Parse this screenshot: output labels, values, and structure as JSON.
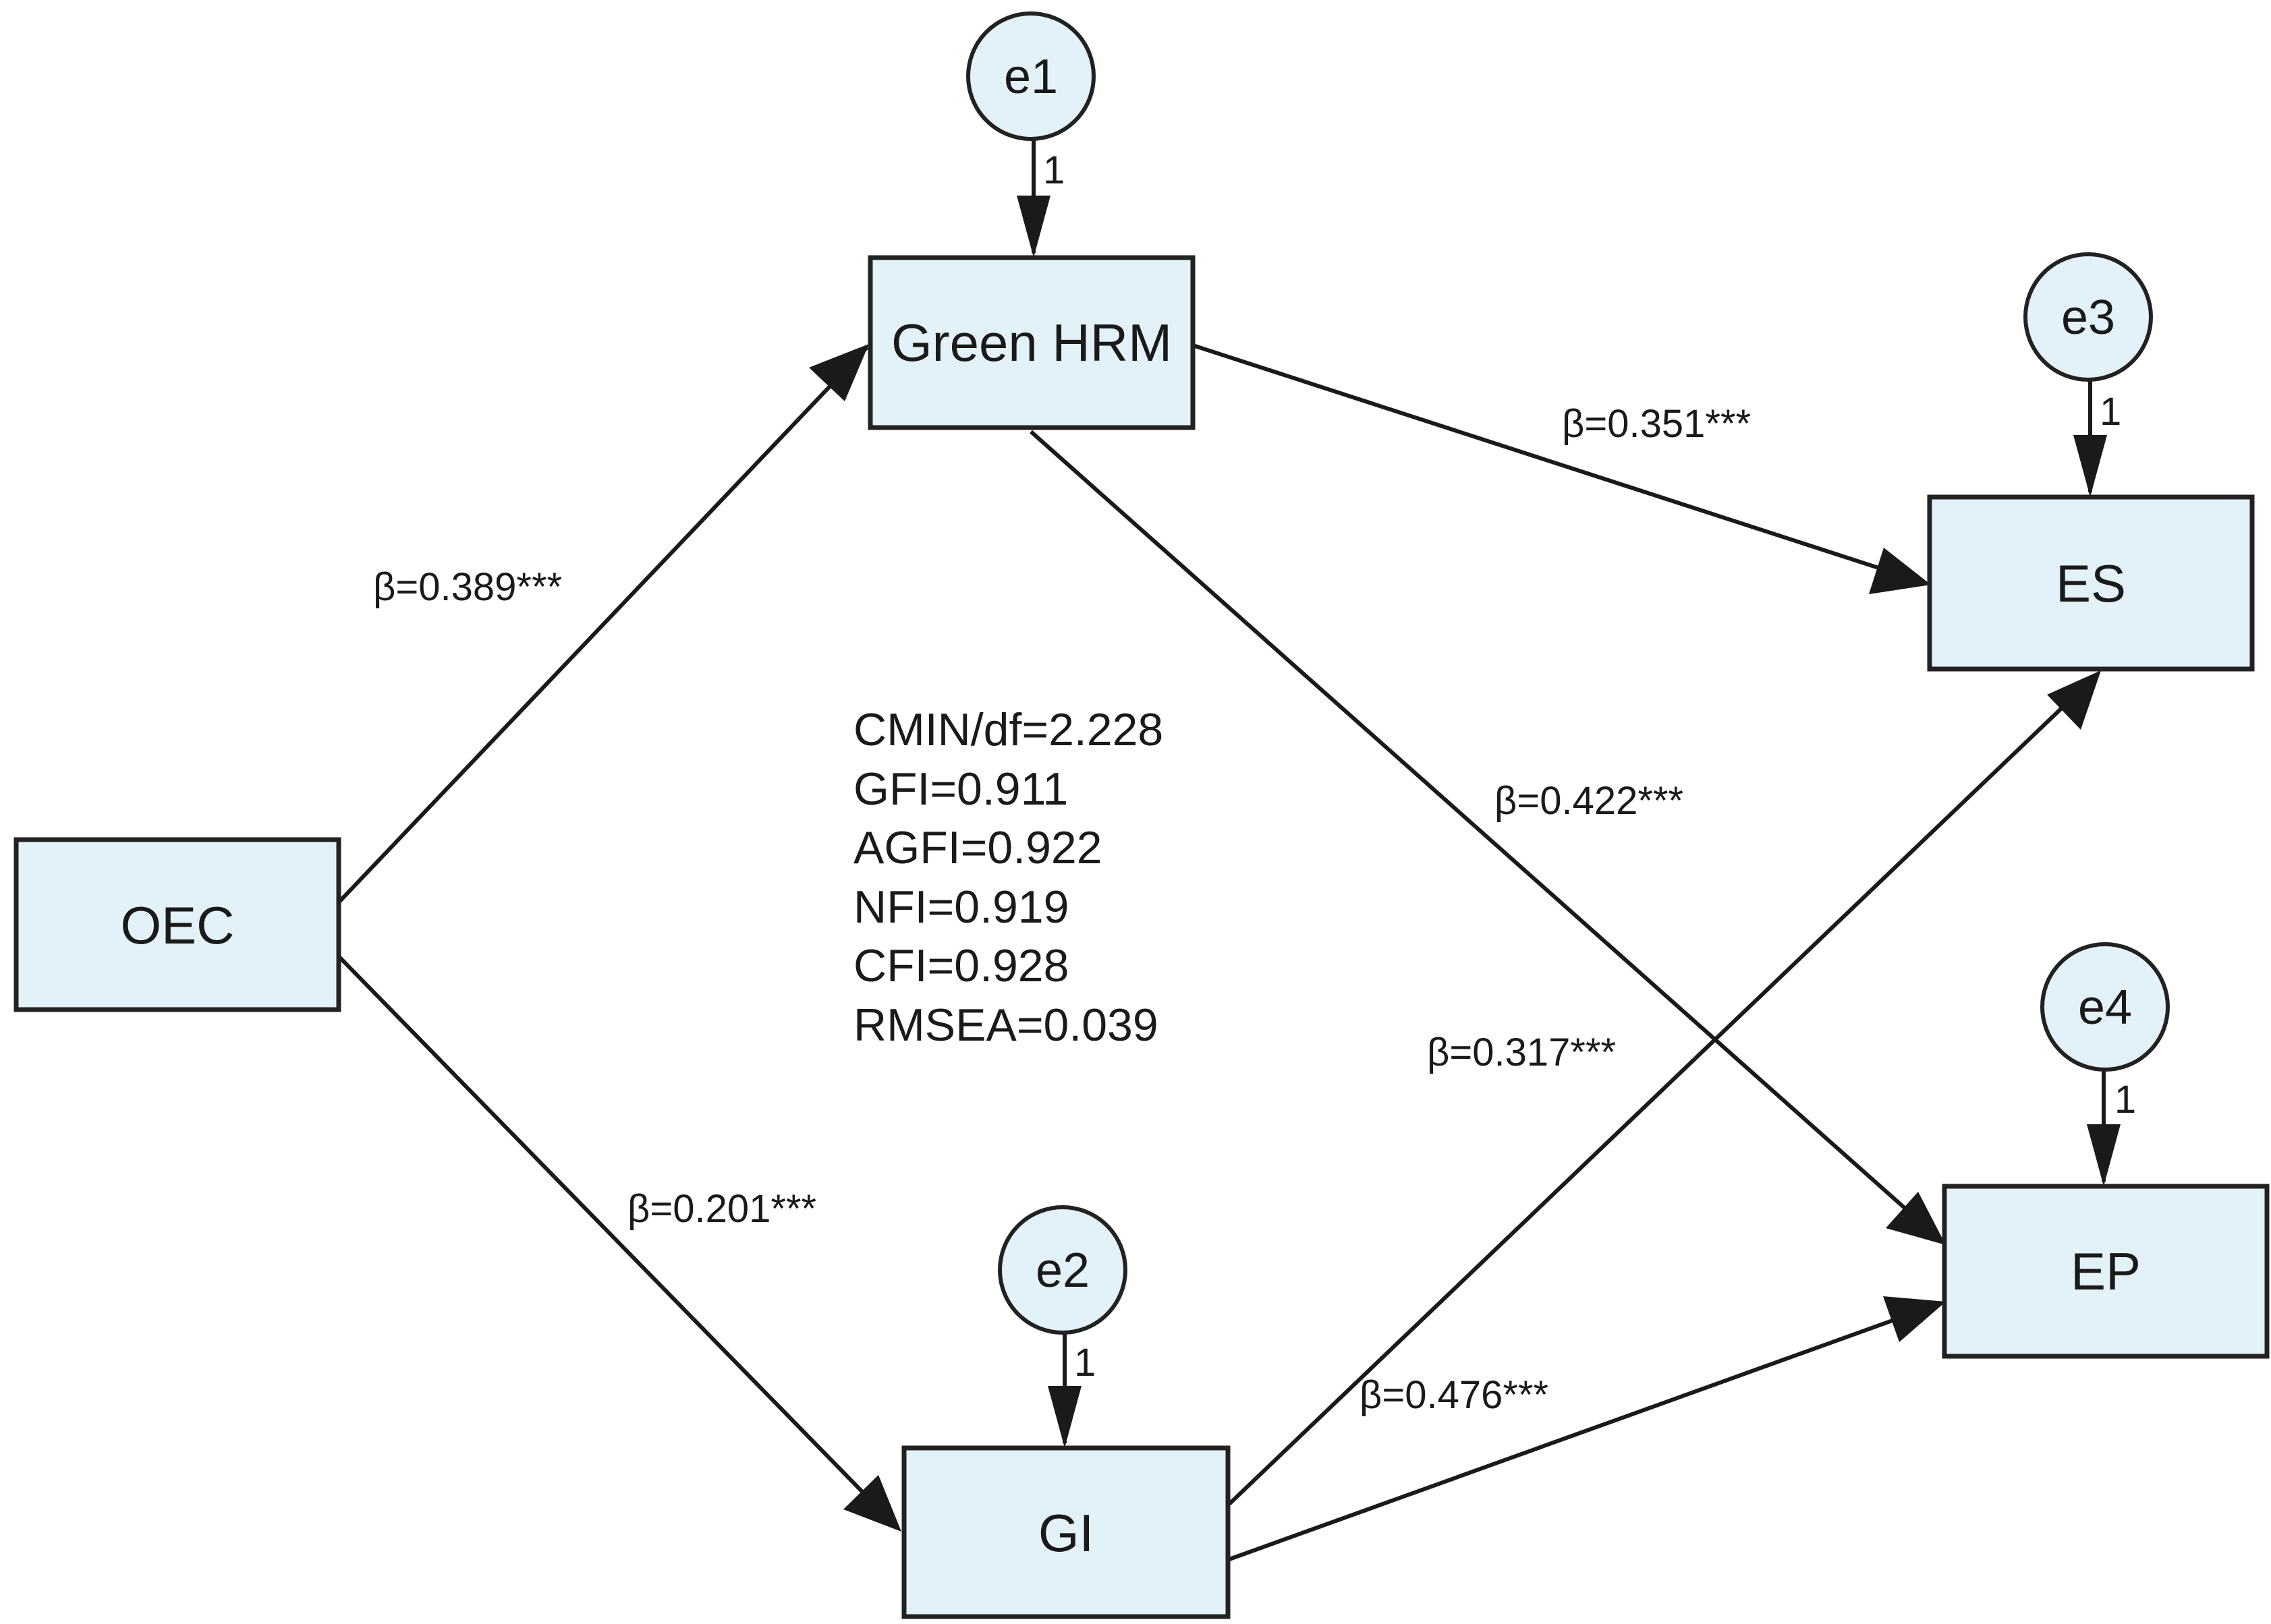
{
  "nodes": {
    "oec": "OEC",
    "green_hrm": "Green HRM",
    "gi": "GI",
    "es": "ES",
    "ep": "EP"
  },
  "errors": {
    "e1": "e1",
    "e2": "e2",
    "e3": "e3",
    "e4": "e4"
  },
  "error_weight": "1",
  "paths": {
    "oec_to_green_hrm": "β=0.389***",
    "oec_to_gi": "β=0.201***",
    "green_hrm_to_es": "β=0.351***",
    "green_hrm_to_ep": "β=0.422***",
    "gi_to_es": "β=0.317***",
    "gi_to_ep": "β=0.476***"
  },
  "fit_indices": [
    "CMIN/df=2.228",
    "GFI=0.911",
    "AGFI=0.922",
    "NFI=0.919",
    "CFI=0.928",
    "RMSEA=0.039"
  ],
  "colors": {
    "box_fill": "#e3f1f9",
    "stroke": "#1a1a1a"
  }
}
